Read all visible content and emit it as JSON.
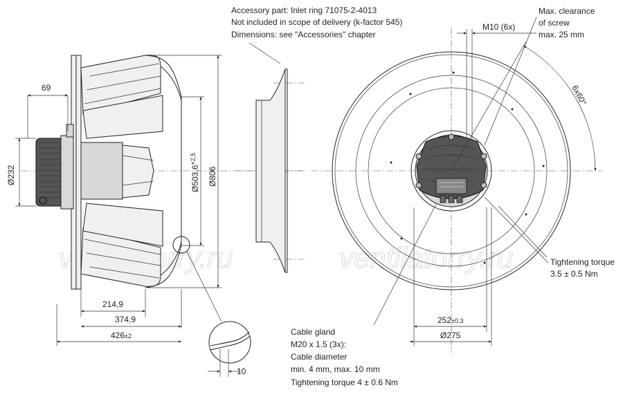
{
  "watermark": {
    "left": "ventilatorry.ru",
    "right": "ventilatorry.ru"
  },
  "side_view": {
    "dim_motor_offset": "69",
    "dim_motor_diameter": "Ø232",
    "dim_nozzle_diameter": "Ø503,6",
    "dim_nozzle_tolerance": "+2,5",
    "dim_outer_diameter": "Ø806",
    "dim_depth_1": "214,9",
    "dim_depth_2": "374,9",
    "dim_total_depth": "426",
    "dim_total_depth_tolerance": "±2",
    "dim_detail_10": "10"
  },
  "inlet_ring_note": {
    "line1": "Accessory part: Inlet ring 71075-2-4013",
    "line2": "Not included in scope of delivery (k-factor 545)",
    "line3": "Dimensions: see \"Accessories\" chapter"
  },
  "front_view": {
    "bolt_label": "M10 (6x)",
    "clearance_line1": "Max. clearance",
    "clearance_line2": "of screw",
    "clearance_line3": "max. 25 mm",
    "angle_label": "6x60°",
    "torque_line1": "Tightening torque",
    "torque_line2": "3.5 ± 0.5 Nm",
    "dim_bolt_circle": "252",
    "dim_bolt_circle_tolerance": "±0,3",
    "dim_flange": "Ø275"
  },
  "cable_gland_note": {
    "line1": "Cable gland",
    "line2": "M20 x 1.5 (3x):",
    "line3": "Cable diameter",
    "line4": "min. 4 mm, max. 10 mm",
    "line5": "Tightening torque 4 ± 0.6 Nm"
  }
}
